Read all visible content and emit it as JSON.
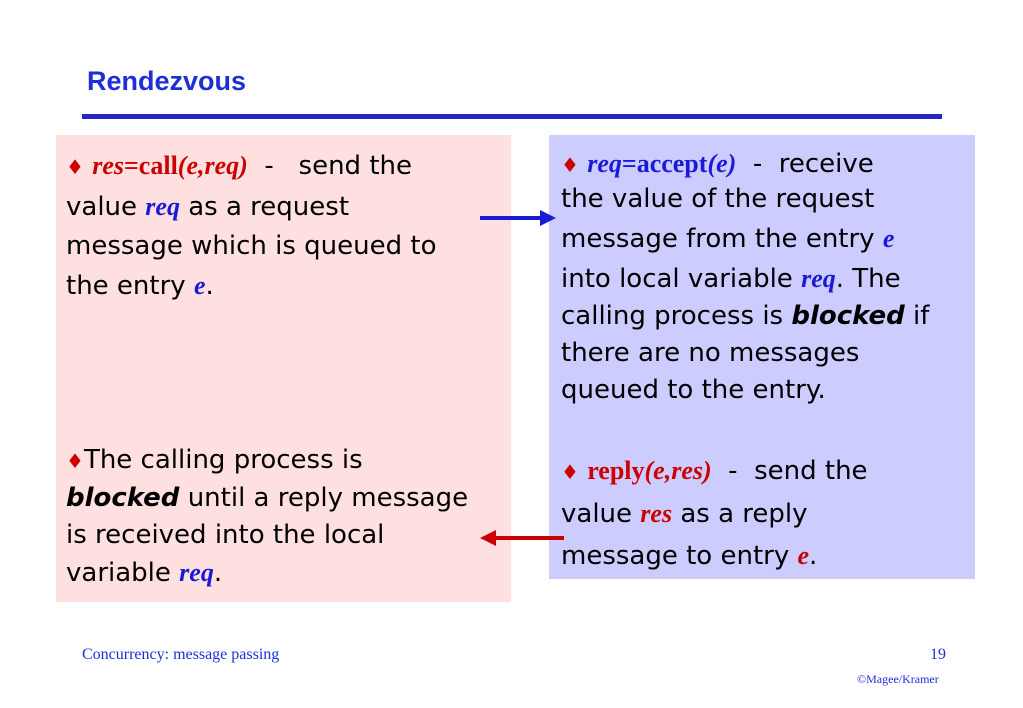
{
  "title": "Rendezvous",
  "colors": {
    "title": "#1f2fd8",
    "rule": "#2626c6",
    "left_box": "#ffe0e0",
    "right_box": "#ccccff",
    "red": "#cc0000",
    "blue": "#1a1ad6"
  },
  "left": {
    "p1": {
      "bullet": "♦",
      "var": "res",
      "eq_call": "=call",
      "args": "(e,req)",
      "dash": "-",
      "text1": "send the",
      "text2": "value",
      "req": "req",
      "text3": "as a request",
      "text4": "message which is queued to",
      "text5": "the entry",
      "e": "e",
      "period": "."
    },
    "p2": {
      "bullet": "♦",
      "text1": "The calling process is",
      "blocked": "blocked",
      "text2": "until a reply message",
      "text3": "is received into the local",
      "text4": "variable",
      "req": "req",
      "period": "."
    }
  },
  "right": {
    "p1": {
      "bullet": "♦",
      "var": "req",
      "eq_accept": "=accept",
      "args": "(e)",
      "dash": "-",
      "text1": "receive",
      "text2": "the value of the request",
      "text3": "message from the entry",
      "e": "e",
      "text4": "into local variable",
      "req": "req",
      "text5": ". The",
      "text6": "calling process is",
      "blocked": "blocked",
      "text7": "if",
      "text8": "there are no messages",
      "text9": "queued to the entry."
    },
    "p2": {
      "bullet": "♦",
      "reply": "reply",
      "args": "(e,res)",
      "dash": "-",
      "text1": "send the",
      "text2": "value",
      "res": "res",
      "text3": "as a reply",
      "text4": "message to entry",
      "e": "e",
      "period": "."
    }
  },
  "footer": {
    "left": "Concurrency: message passing",
    "page": "19",
    "copyright": "©Magee/Kramer"
  }
}
